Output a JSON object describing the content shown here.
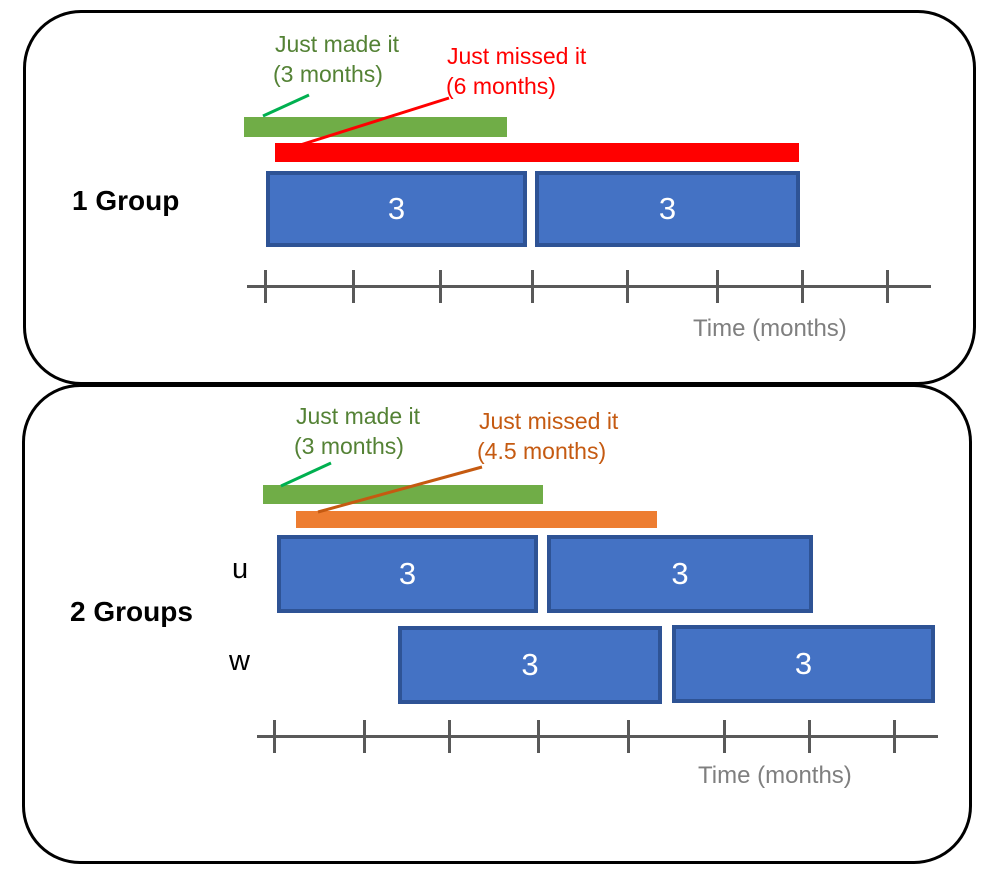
{
  "colors": {
    "green-bar": "#70AD47",
    "green-text": "#548235",
    "green-line": "#00B050",
    "red": "#FF0000",
    "orange-bar": "#ED7D31",
    "orange-text": "#C55A11",
    "blue-fill": "#4472C4",
    "blue-border": "#2E5395",
    "axis-gray": "#595959",
    "label-gray": "#7F7F7F",
    "black": "#000000"
  },
  "panel1": {
    "group_label": "1 Group",
    "made_label_line1": "Just made it",
    "made_label_line2": "(3 months)",
    "missed_label_line1": "Just missed it",
    "missed_label_line2": "(6 months)",
    "box1_value": "3",
    "box2_value": "3",
    "axis_label": "Time (months)"
  },
  "panel2": {
    "group_label": "2 Groups",
    "made_label_line1": "Just made it",
    "made_label_line2": "(3 months)",
    "missed_label_line1": "Just missed it",
    "missed_label_line2": "(4.5 months)",
    "row_u_label": "u",
    "row_w_label": "w",
    "u_box1_value": "3",
    "u_box2_value": "3",
    "w_box1_value": "3",
    "w_box2_value": "3",
    "axis_label": "Time (months)"
  }
}
